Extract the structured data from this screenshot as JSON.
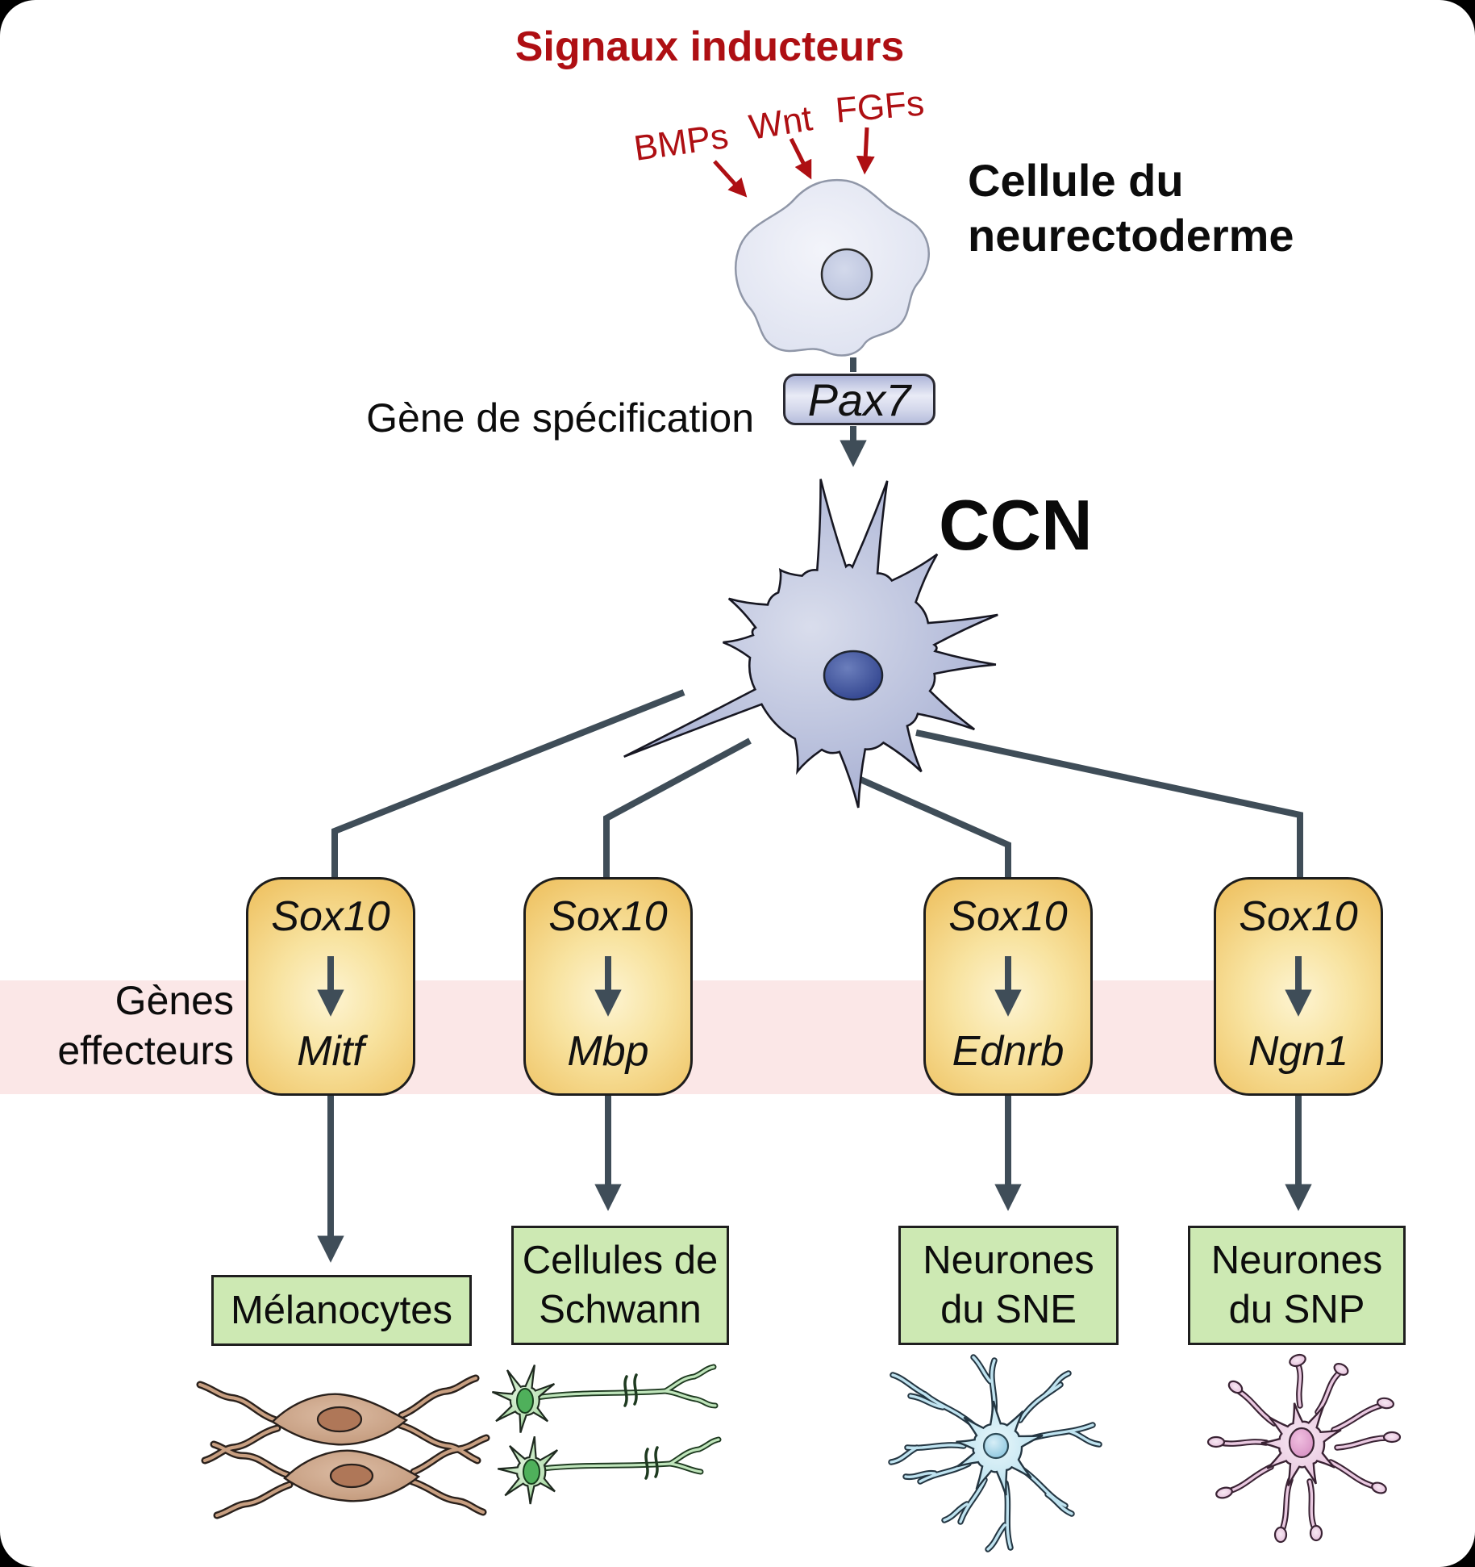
{
  "canvas": {
    "background": "#000000",
    "card_color": "#FFFFFF"
  },
  "palette": {
    "signal_red": "#AE0F13",
    "connector_dark": "#3F4D58",
    "effector_band_pink": "#FBE7E7",
    "gene_box_yellow": "#EFC466",
    "outcome_box_green": "#CDE9B3",
    "spec_box_lavender": "#C9CFE7",
    "ccn_cell_purple": "#B9C0DC",
    "melanocyte_brown": "#C89F81",
    "schwann_green": "#A9DAA4",
    "sne_neuron_blue": "#C2E5F1",
    "snp_neuron_pink": "#E9C8E0"
  },
  "inducing_signals": {
    "title": "Signaux inducteurs",
    "signals": [
      "BMPs",
      "Wnt",
      "FGFs"
    ]
  },
  "neurectoderm": {
    "label_line1": "Cellule du",
    "label_line2": "neurectoderme",
    "icon": "neurectoderm-cell-illustration"
  },
  "specification": {
    "label": "Gène de spécification",
    "gene": "Pax7"
  },
  "neural_crest": {
    "label": "CCN",
    "icon": "neural-crest-cell-illustration"
  },
  "effector_band": {
    "label_line1": "Gènes",
    "label_line2": "effecteurs"
  },
  "pathways": [
    {
      "tf": "Sox10",
      "effector": "Mitf",
      "outcome_line1": "Mélanocytes",
      "outcome_line2": "",
      "icon": "melanocytes-illustration"
    },
    {
      "tf": "Sox10",
      "effector": "Mbp",
      "outcome_line1": "Cellules de",
      "outcome_line2": "Schwann",
      "icon": "schwann-cells-illustration"
    },
    {
      "tf": "Sox10",
      "effector": "Ednrb",
      "outcome_line1": "Neurones",
      "outcome_line2": "du SNE",
      "icon": "enteric-neuron-illustration"
    },
    {
      "tf": "Sox10",
      "effector": "Ngn1",
      "outcome_line1": "Neurones",
      "outcome_line2": "du SNP",
      "icon": "peripheral-neuron-illustration"
    }
  ]
}
